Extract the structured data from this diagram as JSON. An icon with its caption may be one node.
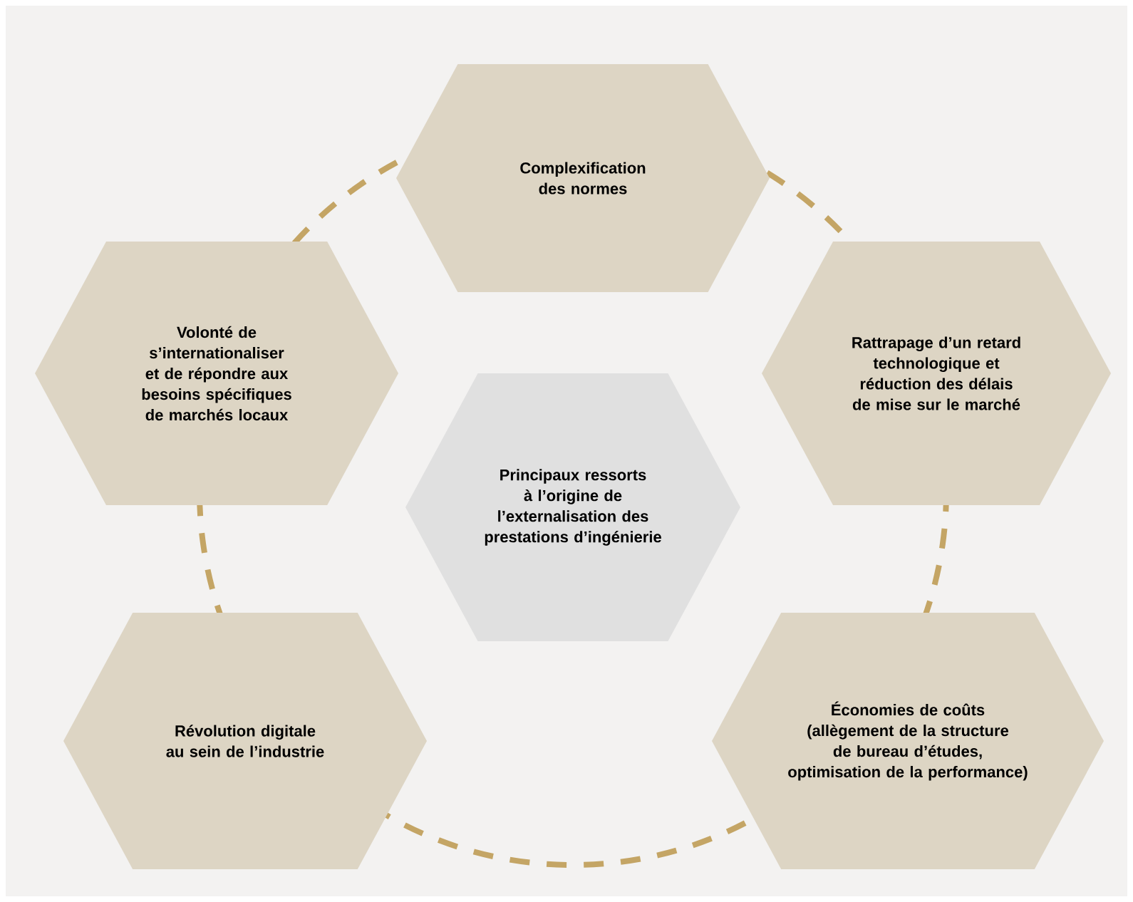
{
  "diagram": {
    "nodes": [
      {
        "text": [
          "Complexification des normes"
        ]
      },
      {
        "text": [
          "Volonté de s’internationaliser et de répondre aux besoins spécifiques de marchés locaux"
        ]
      },
      {
        "text": [
          "Rattrapage d’un retard technologique et réduction des délais de mise sur le marché"
        ]
      },
      {
        "text": [
          "Principaux ressorts à l’origine de l’externalisation des prestations d’ingénierie"
        ]
      },
      {
        "text": [
          "Révolution digitale au sein de l’industrie"
        ]
      },
      {
        "text": [
          "Économies de coûts (allègement de la structure de bureau d’études, optimisation de la performance)"
        ]
      }
    ],
    "edges": []
  }
}
